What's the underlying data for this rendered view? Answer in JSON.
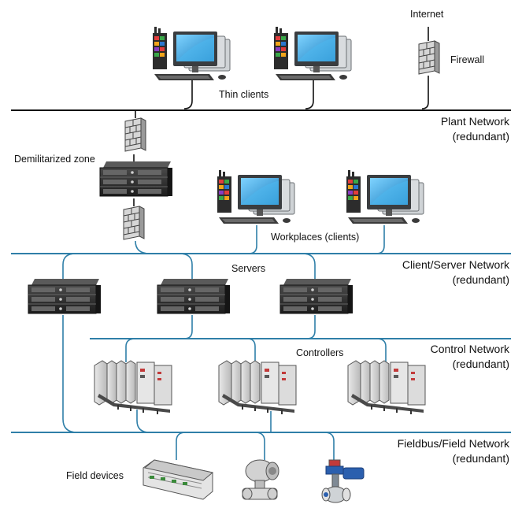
{
  "labels": {
    "internet": "Internet",
    "firewall": "Firewall",
    "thin_clients": "Thin clients",
    "dmz": "Demilitarized zone",
    "workplaces": "Workplaces (clients)",
    "servers": "Servers",
    "controllers": "Controllers",
    "field_devices": "Field devices"
  },
  "networks": {
    "plant": {
      "line1": "Plant Network",
      "line2": "(redundant)"
    },
    "client_server": {
      "line1": "Client/Server Network",
      "line2": "(redundant)"
    },
    "control": {
      "line1": "Control Network",
      "line2": "(redundant)"
    },
    "fieldbus": {
      "line1": "Fieldbus/Field Network",
      "line2": "(redundant)"
    }
  },
  "colors": {
    "plant_line": "#111111",
    "network_line": "#2f7fa8",
    "server_body": "#2a2a2a",
    "monitor_screen": "#2aa6e0"
  }
}
